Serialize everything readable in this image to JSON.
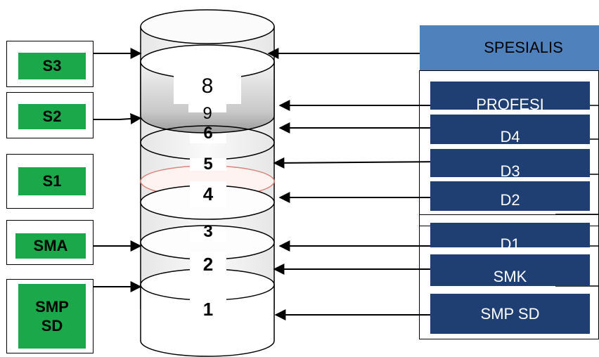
{
  "left_levels": [
    {
      "id": "s3",
      "label": "S3"
    },
    {
      "id": "s2",
      "label": "S2"
    },
    {
      "id": "s1",
      "label": "S1"
    },
    {
      "id": "sma",
      "label": "SMA"
    },
    {
      "id": "smp-sd",
      "label_line1": "SMP",
      "label_line2": "SD"
    }
  ],
  "right_levels": [
    {
      "id": "spesialis",
      "label": "SPESIALIS"
    },
    {
      "id": "profesi",
      "label": "PROFESI"
    },
    {
      "id": "d4",
      "label": "D4"
    },
    {
      "id": "d3",
      "label": "D3"
    },
    {
      "id": "d2",
      "label": "D2"
    },
    {
      "id": "d1",
      "label": "D1"
    },
    {
      "id": "smk",
      "label": "SMK"
    },
    {
      "id": "smp-sd-right",
      "label": "SMP SD"
    }
  ],
  "stack_numbers": [
    {
      "id": "8",
      "label": "8"
    },
    {
      "id": "7",
      "label": "9"
    },
    {
      "id": "6",
      "label": "6"
    },
    {
      "id": "5",
      "label": "5"
    },
    {
      "id": "4",
      "label": "4"
    },
    {
      "id": "3",
      "label": "3"
    },
    {
      "id": "2",
      "label": "2"
    },
    {
      "id": "1",
      "label": "1"
    }
  ],
  "colors": {
    "left_box": "#1aa84b",
    "right_box": "#1f3f73",
    "top_right_box": "#4f81bd",
    "highlight_ring": "#d9847c"
  }
}
